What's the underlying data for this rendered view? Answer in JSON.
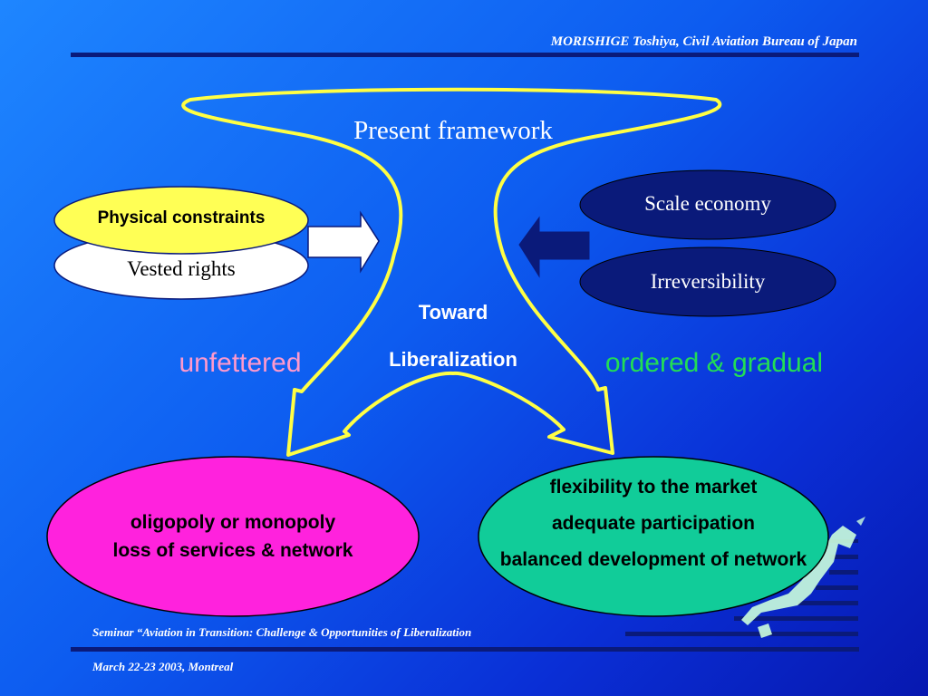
{
  "header": {
    "author": "MORISHIGE Toshiya, Civil Aviation Bureau of Japan"
  },
  "diagram": {
    "title": "Present framework",
    "center_line1": "Toward",
    "center_line2": "Liberalization",
    "left_direction": "unfettered",
    "right_direction": "ordered & gradual",
    "left_factors": [
      "Physical constraints",
      "Vested rights"
    ],
    "right_factors": [
      "Scale economy",
      "Irreversibility"
    ],
    "left_outcome": [
      "oligopoly or monopoly",
      "loss of services & network"
    ],
    "right_outcome": [
      "flexibility to the market",
      "adequate participation",
      "balanced development of network"
    ]
  },
  "footer": {
    "seminar": "Seminar “Aviation in Transition: Challenge & Opportunities of Liberalization",
    "date_place": "March 22-23 2003, Montreal"
  },
  "colors": {
    "outline": "#ffff44",
    "physical": "#ffff55",
    "dark_ellipse": "#0a1a7a",
    "left_outcome": "#ff22dd",
    "right_outcome": "#11cc99",
    "unfettered": "#ff99cc",
    "ordered": "#22dd55"
  }
}
